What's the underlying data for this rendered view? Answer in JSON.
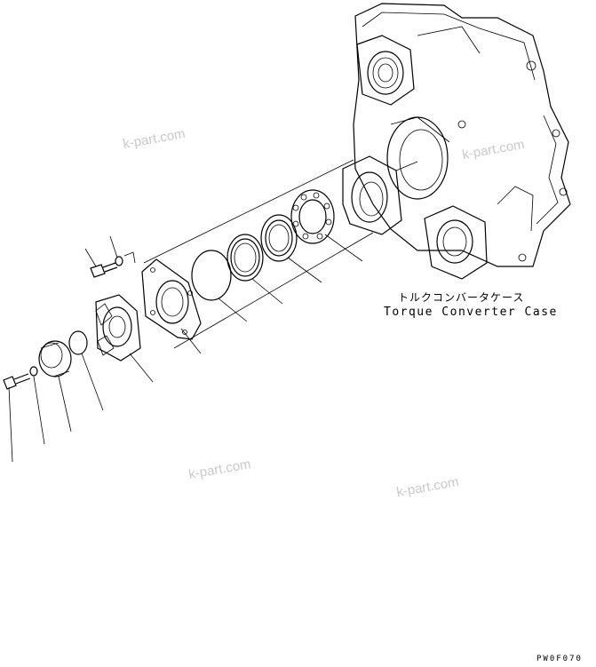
{
  "label_jp": "トルクコンバータケース",
  "label_en": "Torque Converter Case",
  "watermark": "k-part.com",
  "drawing_code": "PW0F070",
  "colors": {
    "line": "#000000",
    "watermark": "#c9c9c9",
    "background": "#ffffff"
  }
}
